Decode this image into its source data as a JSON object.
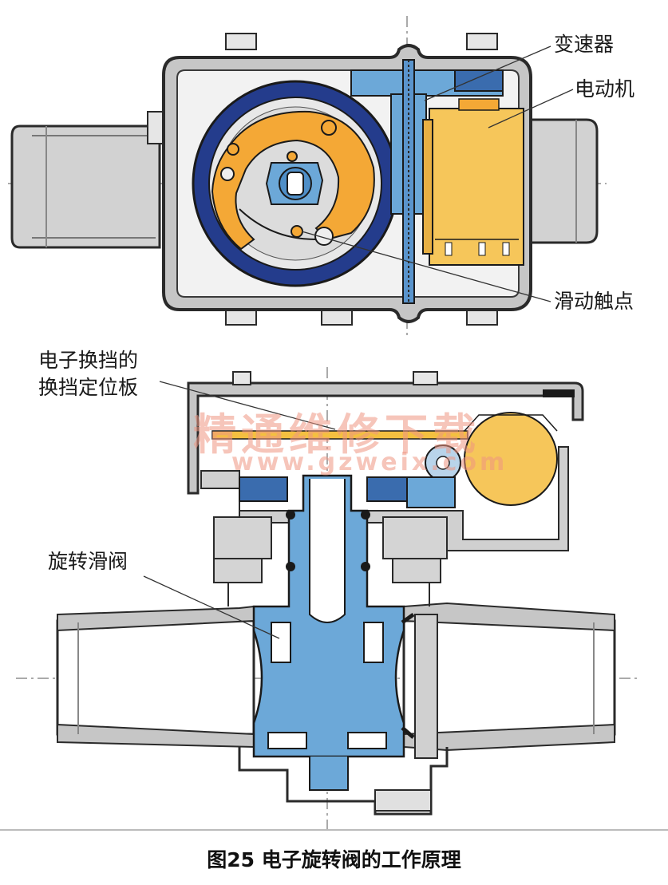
{
  "labels": {
    "gearbox": "变速器",
    "motor": "电动机",
    "sliding_contact": "滑动触点",
    "detent_plate_line1": "电子换挡的",
    "detent_plate_line2": "换挡定位板",
    "rotary_valve": "旋转滑阀"
  },
  "caption": "图25 电子旋转阀的工作原理",
  "watermark": {
    "text": "精通维修下载",
    "url": "www.gzweix.com"
  },
  "colors": {
    "housing_gray": "#c8c8c8",
    "outline": "#2a2a2a",
    "blue_part": "#6ca8d8",
    "navy_ring": "#243c8c",
    "orange_part": "#f4a836",
    "yellow_motor": "#f6c65a"
  }
}
